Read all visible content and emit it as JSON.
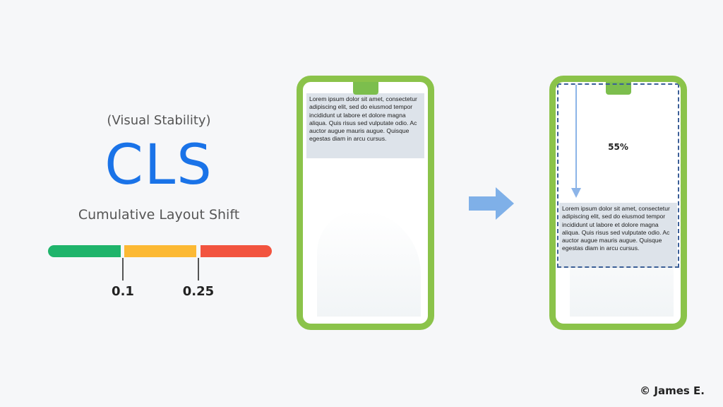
{
  "metric": {
    "subtitle": "(Visual Stability)",
    "acronym": "CLS",
    "full_name": "Cumulative Layout Shift",
    "colors": {
      "title": "#1a73e8",
      "good": "#1fb46b",
      "needs_improvement": "#fcb934",
      "poor": "#f2543f"
    },
    "thresholds": [
      "0.1",
      "0.25"
    ]
  },
  "phone_before": {
    "text": "Lorem ipsum dolor sit amet, consectetur adipiscing elit, sed do eiusmod tempor incididunt ut labore et dolore magna aliqua. Quis risus sed vulputate odio. Ac auctor augue mauris augue. Quisque egestas diam in arcu cursus."
  },
  "phone_after": {
    "shift_label": "55%",
    "text": "Lorem ipsum dolor sit amet, consectetur adipiscing elit, sed do eiusmod tempor incididunt ut labore et dolore magna aliqua. Quis risus sed vulputate odio. Ac auctor augue mauris augue. Quisque egestas diam in arcu cursus."
  },
  "arrow_icon": "right-arrow-icon",
  "copyright": "© James E."
}
